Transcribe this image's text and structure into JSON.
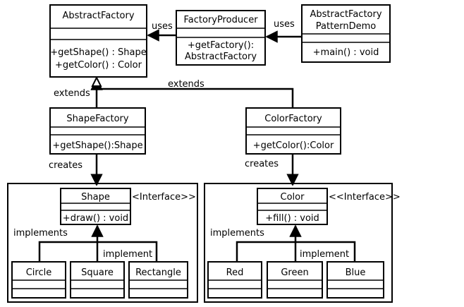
{
  "classes": {
    "abstract_factory": {
      "name": "AbstractFactory",
      "methods": [
        "+getShape() : Shape",
        "+getColor() : Color"
      ]
    },
    "factory_producer": {
      "name": "FactoryProducer",
      "methods": [
        "+getFactory():",
        "AbstractFactory"
      ]
    },
    "demo": {
      "name_lines": [
        "AbstractFactory",
        "PatternDemo"
      ],
      "methods": [
        "+main() : void"
      ]
    },
    "shape_factory": {
      "name": "ShapeFactory",
      "methods": [
        "+getShape():Shape"
      ]
    },
    "color_factory": {
      "name": "ColorFactory",
      "methods": [
        "+getColor():Color"
      ]
    },
    "shape": {
      "name": "Shape",
      "stereotype": "<Interface>>",
      "methods": [
        "+draw() : void"
      ]
    },
    "color": {
      "name": "Color",
      "stereotype": "<<Interface>>",
      "methods": [
        "+fill() : void"
      ]
    },
    "circle": {
      "name": "Circle"
    },
    "square": {
      "name": "Square"
    },
    "rectangle": {
      "name": "Rectangle"
    },
    "red": {
      "name": "Red"
    },
    "green": {
      "name": "Green"
    },
    "blue": {
      "name": "Blue"
    }
  },
  "relations": {
    "uses_producer": "uses",
    "uses_demo": "uses",
    "extends_shape": "extends",
    "extends_color": "extends",
    "creates_shape": "creates",
    "creates_color": "creates",
    "implements_shape": "implements",
    "implement_shape": "implement",
    "implements_color": "implements",
    "implement_color": "implement"
  }
}
